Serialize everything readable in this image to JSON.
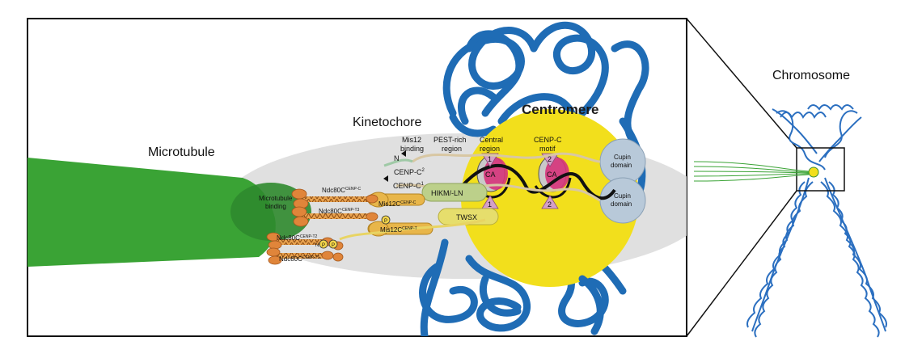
{
  "labels": {
    "microtubule": "Microtubule",
    "kinetochore": "Kinetochore",
    "centromere": "Centromere",
    "chromosome": "Chromosome",
    "microtubule_binding_1": "Microtubule",
    "microtubule_binding_2": "binding",
    "mis12_binding_1": "Mis12",
    "mis12_binding_2": "binding",
    "n_terminus": "N",
    "pest_rich_1": "PEST-rich",
    "pest_rich_2": "region",
    "central_region_1": "Central",
    "central_region_2": "region",
    "cenp_c_motif_1": "CENP-C",
    "cenp_c_motif_2": "motif",
    "cenp_c2_base": "CENP-C",
    "cenp_c2_sup": "2",
    "cenp_c1_base": "CENP-C",
    "cenp_c1_sup": "1",
    "cupin_top_1": "Cupin",
    "cupin_top_2": "domain",
    "cupin_bottom_1": "Cupin",
    "cupin_bottom_2": "domain",
    "hikm_ln": "HIKM/-LN",
    "twsx": "TWSX",
    "mis12c_cenpc_base": "Mis12C",
    "mis12c_cenpc_sup": "CENP-C",
    "mis12c_cenpt_base": "Mis12C",
    "mis12c_cenpt_sup": "CENP-T",
    "ndc80c_cenpc_base": "Ndc80C",
    "ndc80c_cenpc_sup": "CENP-C",
    "ndc80c_cenpt3_base": "Ndc80C",
    "ndc80c_cenpt3_sup": "CENP-T3",
    "ndc80c_cenpt2_base": "Ndc80C",
    "ndc80c_cenpt2_sup": "CENP-T2",
    "ndc80c_cenpt1_base": "Ndc80C",
    "ndc80c_cenpt1_sup": "CENP-T1",
    "n_terminus_t": "N",
    "phospho_1": "P",
    "phospho_2": "P",
    "phospho_3": "P",
    "ca_1": "CA",
    "ca_2": "CA",
    "num_1_top": "1",
    "num_1_bottom": "1",
    "num_2_top": "2",
    "num_2_bottom": "2"
  },
  "colors": {
    "microtubule": "#3aa335",
    "dna": "#1f6cb5",
    "centromere": "#f2df1c",
    "kinetochore": "#dcdcdc",
    "ndc80_globule": "#e0853a",
    "mis12": "#e8b64a",
    "nucleosome": "#d6337a",
    "cupin": "#b8c9d9",
    "hikm": "#bcd08a"
  }
}
